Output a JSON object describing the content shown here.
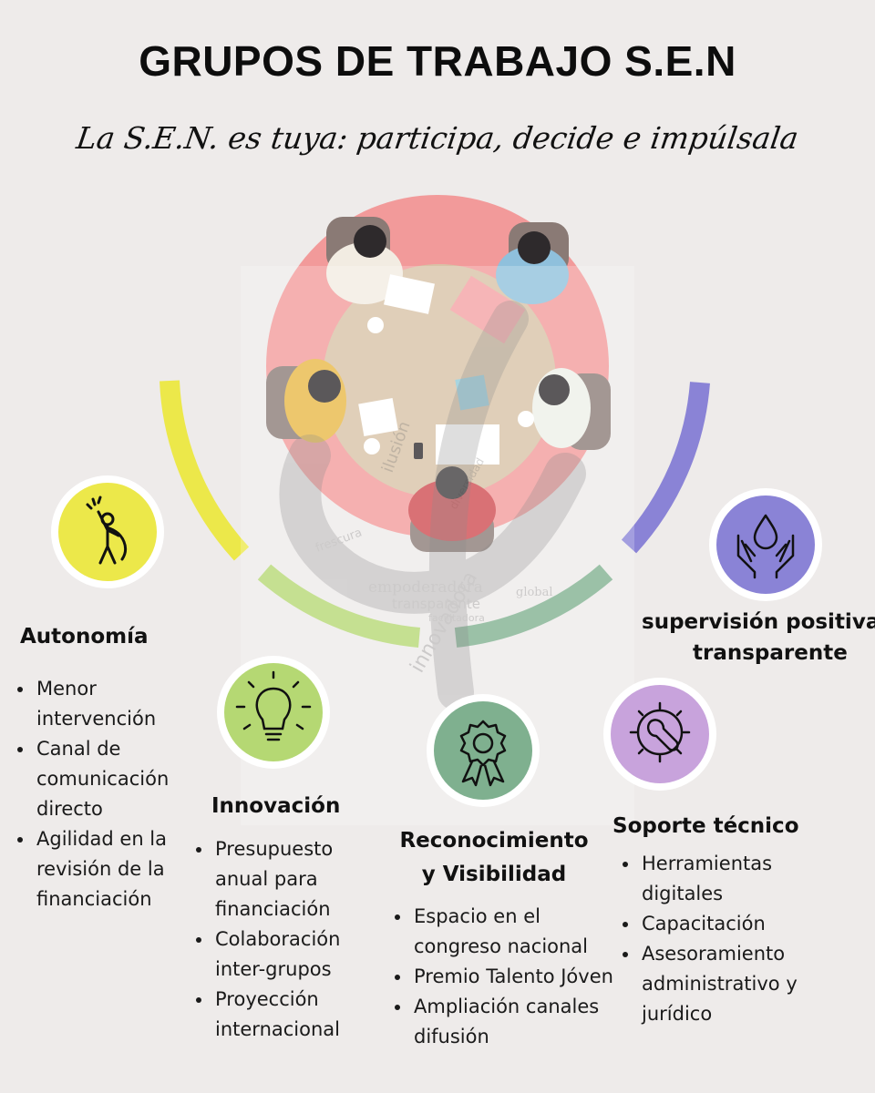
{
  "title": "GRUPOS DE TRABAJO S.E.N",
  "subtitle": "La S.E.N. es tuya: participa, decide e impúlsala",
  "colors": {
    "background": "#eeebea",
    "table_ring": "#f29a9a",
    "table_top": "#d8c2a6",
    "autonomia": "#ece84a",
    "innovacion": "#b5d873",
    "reconocimiento": "#7fb08f",
    "soporte": "#c8a3dc",
    "supervision": "#8a83d6"
  },
  "watermark_words": [
    "ilusión",
    "empoderadora",
    "transparente",
    "innovadora",
    "frescura",
    "diversidad",
    "facilitadora",
    "global"
  ],
  "sections": [
    {
      "id": "autonomia",
      "icon": "superhero-icon",
      "heading": "Autonomía",
      "items": [
        "Menor intervención",
        "Canal de comunicación directo",
        "Agilidad en la revisión de la financiación"
      ]
    },
    {
      "id": "innovacion",
      "icon": "lightbulb-icon",
      "heading": "Innovación",
      "items": [
        "Presupuesto anual para financiación",
        "Colaboración inter-grupos",
        "Proyección internacional"
      ]
    },
    {
      "id": "reconocimiento",
      "icon": "award-ribbon-icon",
      "heading_line1": "Reconocimiento",
      "heading_line2": "y Visibilidad",
      "items": [
        "Espacio en el congreso nacional",
        "Premio Talento Jóven",
        "Ampliación canales difusión"
      ]
    },
    {
      "id": "soporte",
      "icon": "gear-wrench-icon",
      "heading": "Soporte técnico",
      "items": [
        "Herramientas digitales",
        "Capacitación",
        "Asesoramiento administrativo y jurídico"
      ]
    },
    {
      "id": "supervision",
      "icon": "hands-drop-icon",
      "heading_line1": "supervisión positiva y",
      "heading_line2": "transparente"
    }
  ]
}
